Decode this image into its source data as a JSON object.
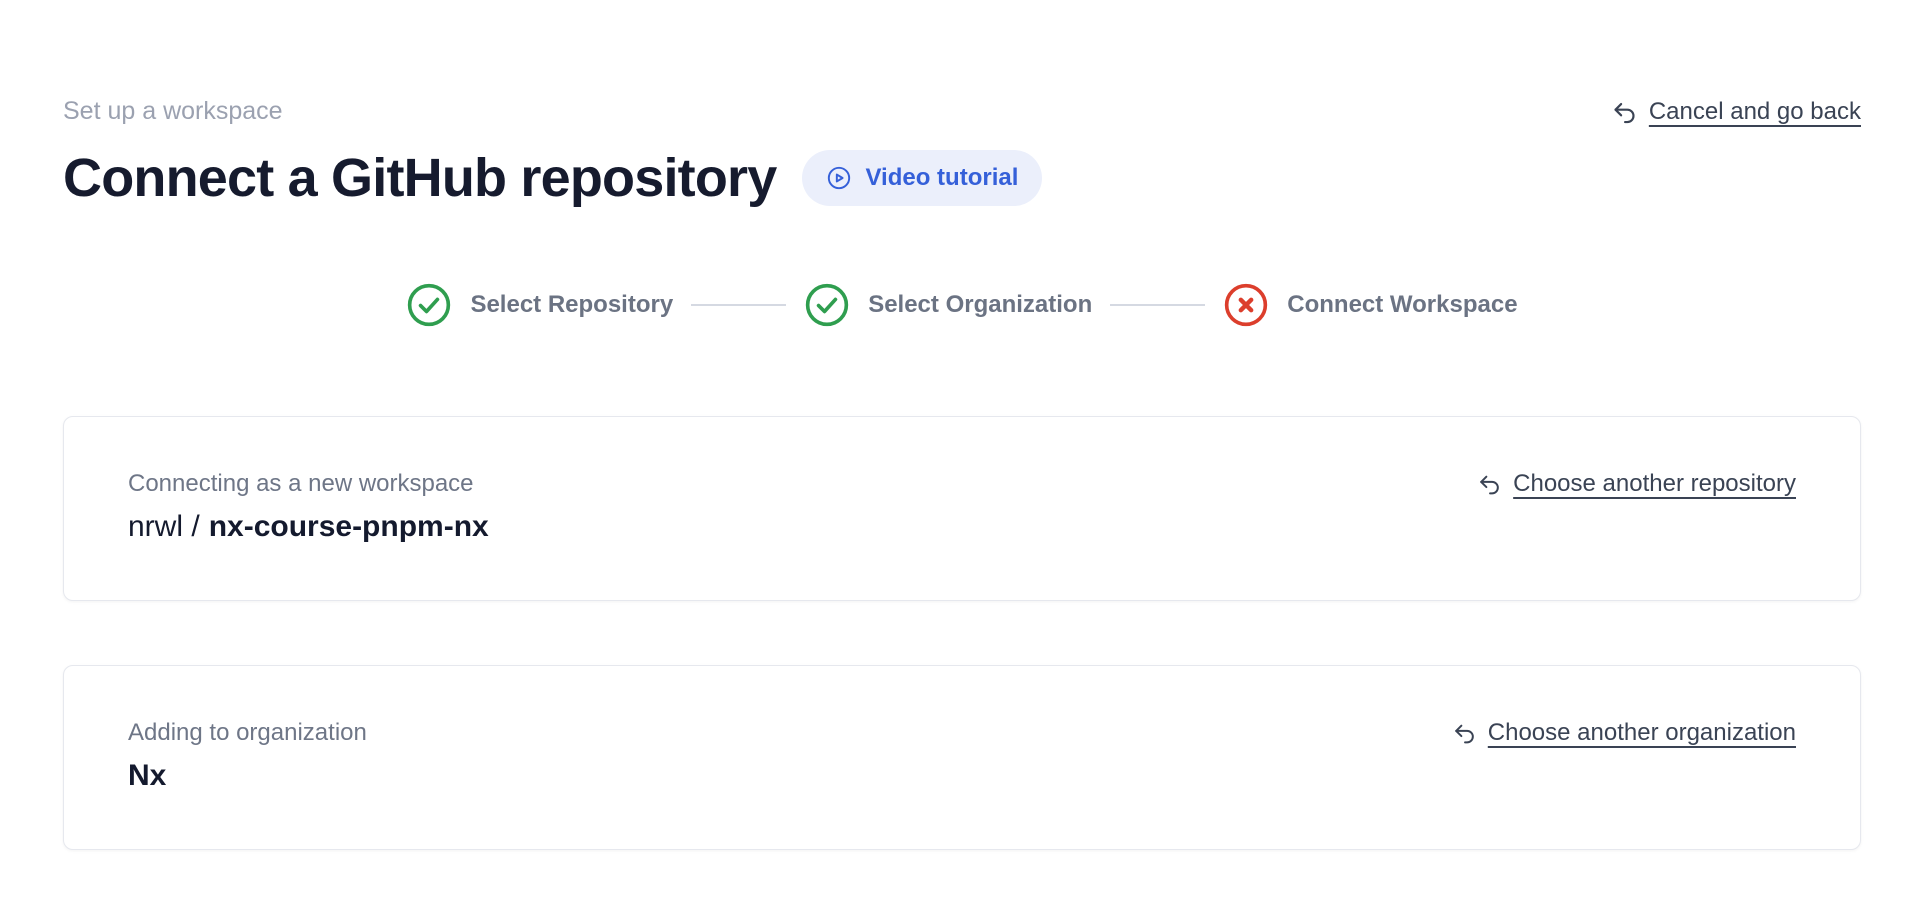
{
  "page": {
    "eyebrow": "Set up a workspace",
    "title": "Connect a GitHub repository"
  },
  "toolbar": {
    "video_tutorial_label": "Video tutorial",
    "cancel_label": "Cancel and go back"
  },
  "stepper": {
    "steps": [
      {
        "label": "Select Repository",
        "status": "complete"
      },
      {
        "label": "Select Organization",
        "status": "complete"
      },
      {
        "label": "Connect Workspace",
        "status": "error"
      }
    ]
  },
  "cards": {
    "repository": {
      "label": "Connecting as a new workspace",
      "owner": "nrwl /",
      "name": "nx-course-pnpm-nx",
      "change_label": "Choose another repository"
    },
    "organization": {
      "label": "Adding to organization",
      "name": "Nx",
      "change_label": "Choose another organization"
    }
  },
  "colors": {
    "accent_blue": "#3560d9",
    "accent_blue_bg": "#ebeffb",
    "success_green": "#2f9e4f",
    "error_red": "#dc3e2c",
    "muted_text": "#6e7687",
    "link_text": "#3a4354",
    "heading_text": "#161b2e",
    "connector_gray": "#d5d9e2"
  },
  "icons": {
    "video": "play-circle-icon",
    "back": "undo-arrow-icon",
    "step_complete": "check-circle-icon",
    "step_error": "x-circle-icon"
  }
}
